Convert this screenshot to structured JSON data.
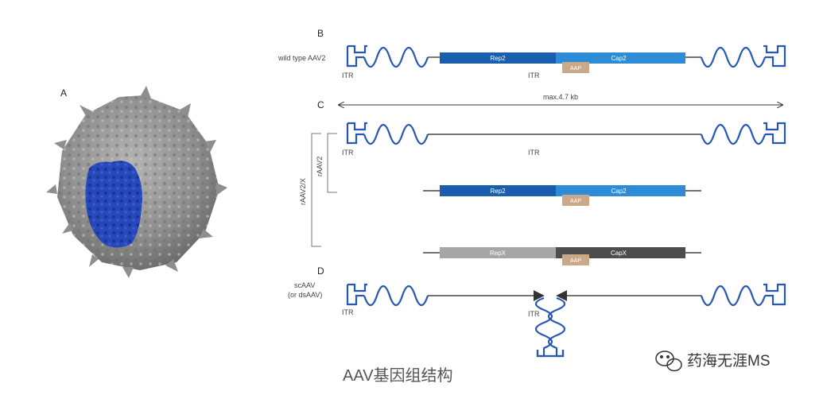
{
  "panels": {
    "a": "A",
    "b": "B",
    "c": "C",
    "d": "D"
  },
  "labels": {
    "wild_type": "wild type AAV2",
    "itr": "ITR",
    "rep2": "Rep2",
    "cap2": "Cap2",
    "aap": "AAP",
    "max_length": "max.4.7 kb",
    "raav2x": "rAAV2/X",
    "raav2": "rAAV2",
    "repx": "RepX",
    "capx": "CapX",
    "scaav_line1": "scAAV",
    "scaav_line2": "(or dsAAV)"
  },
  "caption": "AAV基因组结构",
  "watermark": "药海无涯MS",
  "colors": {
    "itr_line": "#2657b3",
    "rep_blue": "#1a5fae",
    "cap_blue": "#2e8bd6",
    "aap_tan": "#c9a98a",
    "rep_grey": "#a6a6a6",
    "cap_grey": "#4d4d4d",
    "capsid_grey": "#8a8a8a",
    "capsid_blue": "#2446b8"
  }
}
